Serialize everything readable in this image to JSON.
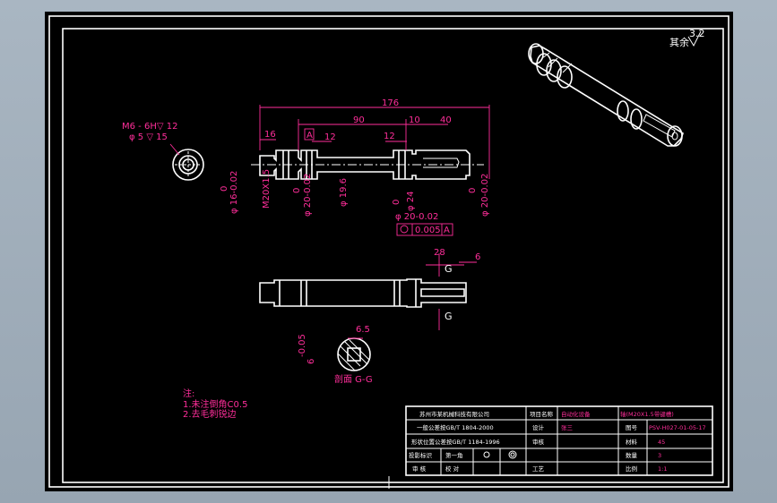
{
  "drawing": {
    "surface_mark": {
      "label": "其余",
      "value": "3.2"
    },
    "dimensions": {
      "overall": "176",
      "d90": "90",
      "d10": "10",
      "d40": "40",
      "d16": "16",
      "d12a": "12",
      "d12b": "12",
      "datum": "A",
      "dia16": "φ 16-0.02",
      "m20": "M20X1.5",
      "dia20a": "φ 20-0.02",
      "dia196": "φ 19.6",
      "dia24": "φ 24",
      "dia20b": "φ 20-0.02",
      "dia20c": "φ 20-0.02",
      "zero1": "0",
      "zero2": "0",
      "zero3": "0",
      "zero4": "0",
      "tol_value": "0.005",
      "tol_datum": "A",
      "d28": "28",
      "d6": "6",
      "g_top": "G",
      "g_bottom": "G",
      "d65": "6.5",
      "d005": "-0.05",
      "d6b": "6",
      "section_label": "剖面 G-G"
    },
    "hole_note": {
      "line1": "M6 - 6H▽ 12",
      "line2": "φ 5 ▽ 15"
    },
    "notes": {
      "title": "注:",
      "items": [
        "1.未注倒角C0.5",
        "2.去毛刺锐边"
      ]
    },
    "title_block": {
      "row1_left": "苏州市某机械科技有限公司",
      "row2_left": "一般公差按GB/T 1804-2000",
      "row3_left": "形状位置公差按GB/T 1184-1996",
      "row4_a": "投影标识",
      "row4_b": "第一角",
      "row5_a": "审 核",
      "row5_b": "校 对",
      "col_a1": "项目名称",
      "col_a2": "自动化设备",
      "col_b1": "设计",
      "col_b2": "张三",
      "col_c1": "审核",
      "col_d1": "工艺",
      "part_name": "轴(M20X1.5带键槽)",
      "code_label": "图号",
      "code_value": "PSV-H027-01-05-17",
      "mat_label": "材料",
      "mat_value": "45",
      "qty_label": "数量",
      "qty_value": "3",
      "scale_label": "比例",
      "scale_value": "1:1"
    }
  }
}
